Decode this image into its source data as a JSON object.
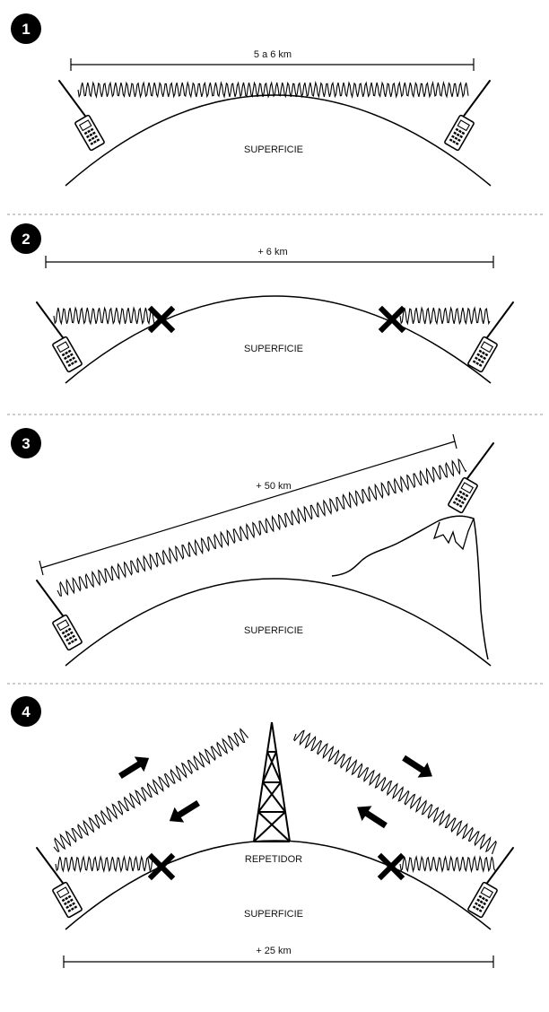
{
  "panels": [
    {
      "number": "1",
      "distance": "5 a 6 km",
      "surface": "SUPERFICIE"
    },
    {
      "number": "2",
      "distance": "+ 6 km",
      "surface": "SUPERFICIE"
    },
    {
      "number": "3",
      "distance": "+ 50 km",
      "surface": "SUPERFICIE"
    },
    {
      "number": "4",
      "distance": "+ 25 km",
      "surface": "SUPERFICIE",
      "repeater": "REPETIDOR"
    }
  ],
  "colors": {
    "ink": "#000000",
    "divider": "#9a9a9a",
    "background": "#ffffff"
  },
  "icons": [
    "walkie-talkie-icon",
    "blocked-x-icon",
    "signal-wave",
    "repeater-tower-icon",
    "arrow-icon"
  ]
}
